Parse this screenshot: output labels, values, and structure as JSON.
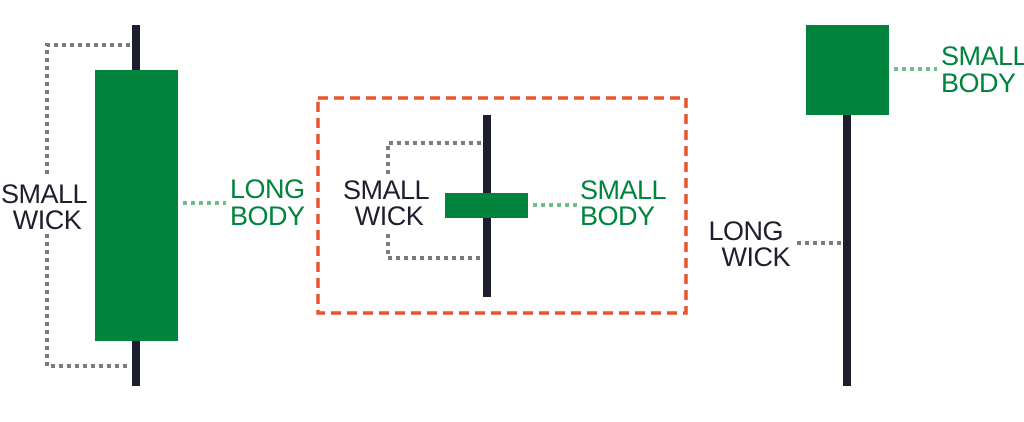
{
  "colors": {
    "body_green": "#00833c",
    "wick_dark": "#1e1f2e",
    "wick_leader_gray": "#7b7b7d",
    "body_leader_green": "#6fbf8a",
    "highlight_orange": "#e8562a",
    "background": "#ffffff"
  },
  "candle_long_body": {
    "wick_label": [
      "SMALL",
      "WICK"
    ],
    "body_label": [
      "LONG",
      "BODY"
    ]
  },
  "candle_small_body_small_wick": {
    "wick_label": [
      "SMALL",
      "WICK"
    ],
    "body_label": [
      "SMALL",
      "BODY"
    ],
    "highlighted": true
  },
  "candle_small_body_long_wick": {
    "wick_label": [
      "LONG",
      "WICK"
    ],
    "body_label": [
      "SMALL",
      "BODY"
    ]
  }
}
